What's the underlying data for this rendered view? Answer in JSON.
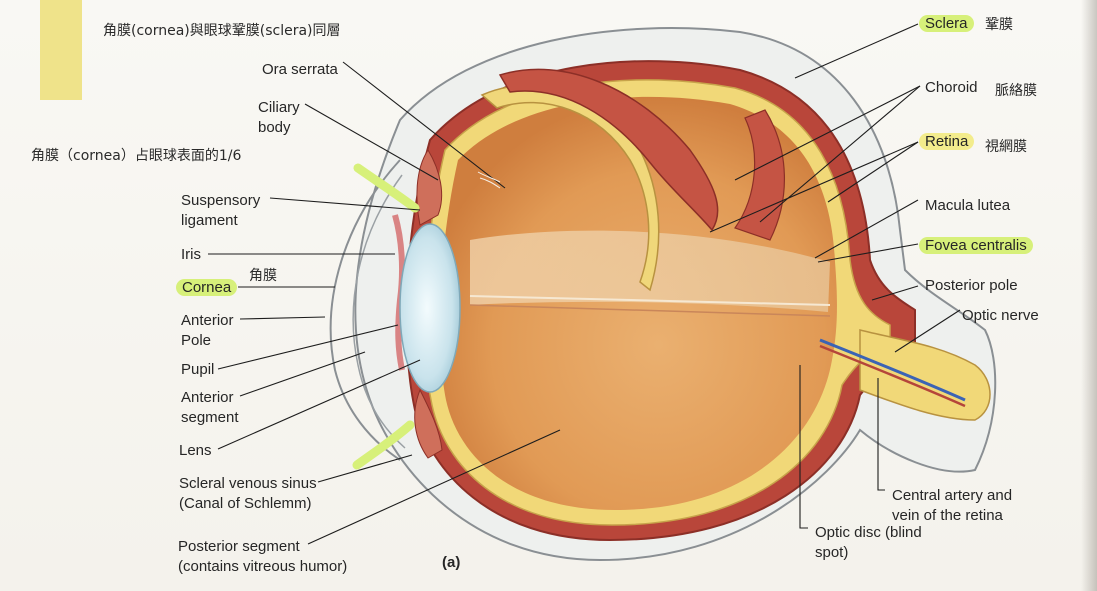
{
  "notes": {
    "top_note": "角膜(cornea)與眼球鞏膜(sclera)同層",
    "side_note": "角膜（cornea）占眼球表面的1/6"
  },
  "labels": {
    "ora_serrata": "Ora serrata",
    "ciliary_body": "Ciliary body",
    "suspensory_ligament": "Suspensory ligament",
    "iris": "Iris",
    "cornea": "Cornea",
    "cornea_zh": "角膜",
    "anterior_pole": "Anterior Pole",
    "pupil": "Pupil",
    "anterior_segment": "Anterior segment",
    "lens": "Lens",
    "scleral_venous_sinus": "Scleral venous sinus",
    "canal_of_schlemm": "(Canal of Schlemm)",
    "posterior_segment": "Posterior segment",
    "contains_vitreous_humor": "(contains vitreous humor)",
    "figure_tag": "(a)",
    "sclera": "Sclera",
    "sclera_zh": "鞏膜",
    "choroid": "Choroid",
    "choroid_zh": "脈絡膜",
    "retina": "Retina",
    "retina_zh": "視網膜",
    "macula_lutea": "Macula lutea",
    "fovea_centralis": "Fovea centralis",
    "posterior_pole": "Posterior pole",
    "optic_nerve": "Optic nerve",
    "central_artery_vein": "Central artery and vein of the retina",
    "optic_disc": "Optic disc (blind spot)"
  },
  "colors": {
    "highlight_green": "#d7f07a",
    "highlight_yellow": "#f3ec8c",
    "vitreous_orange": "#e8a05a",
    "choroid_red": "#b8443a",
    "retina_yellow": "#f1d878",
    "lens_blue": "#cfe6ee"
  }
}
